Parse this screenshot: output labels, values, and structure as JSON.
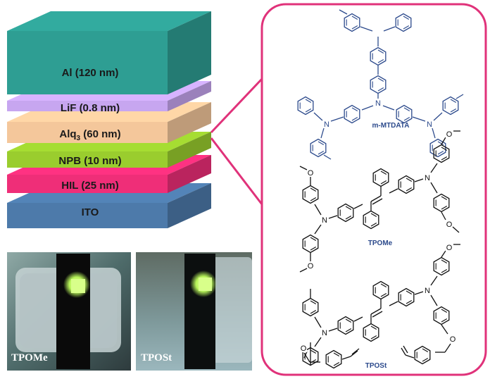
{
  "colors": {
    "al": "#2e9e93",
    "lif": "#c7a6f0",
    "alq3": "#f4c79b",
    "npb": "#9acd2e",
    "hil": "#ef2e78",
    "ito": "#4d7aaa",
    "callout_border": "#e0327a",
    "mtdata_struct": "#2c4a8c",
    "tpo_struct": "#111111",
    "tpo_label": "#2c4a8c"
  },
  "layers": [
    {
      "id": "al",
      "label": "Al (120 nm)"
    },
    {
      "id": "lif",
      "label": "LiF (0.8 nm)"
    },
    {
      "id": "alq3",
      "label_main": "Alq",
      "label_sub": "3",
      "label_tail": " (60 nm)"
    },
    {
      "id": "npb",
      "label": "NPB (10 nm)"
    },
    {
      "id": "hil",
      "label": "HIL (25 nm)"
    },
    {
      "id": "ito",
      "label": "ITO"
    }
  ],
  "photos": [
    {
      "label": "TPOMe"
    },
    {
      "label": "TPOSt"
    }
  ],
  "structures": {
    "mtdata": "m-MTDATA",
    "tpome": "TPOMe",
    "tpost": "TPOSt",
    "atom_n": "N",
    "atom_o": "O"
  }
}
